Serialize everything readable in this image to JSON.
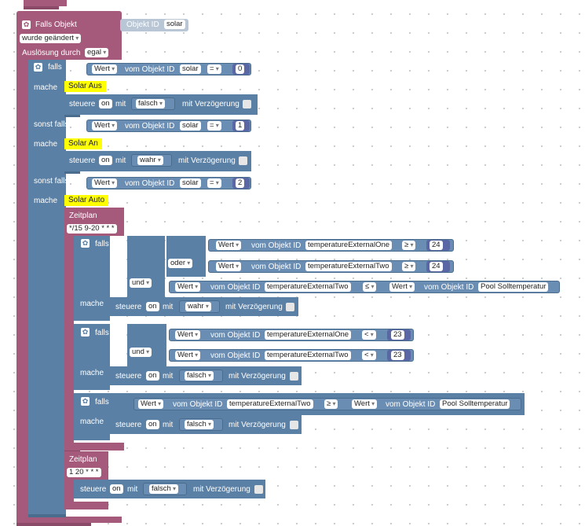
{
  "trigger": {
    "title": "Falls Objekt",
    "object_label": "Objekt ID",
    "object_value": "solar",
    "condition": "wurde geändert",
    "trigger_label": "Auslösung durch",
    "trigger_value": "egal"
  },
  "common": {
    "falls": "falls",
    "mache": "mache",
    "sonst_falls": "sonst falls",
    "wert": "Wert",
    "vom_objekt_id": "vom Objekt ID",
    "steuere": "steuere",
    "on": "on",
    "mit": "mit",
    "mit_verzoegerung": "mit Verzögerung",
    "wahr": "wahr",
    "falsch": "falsch",
    "und": "und",
    "oder": "oder",
    "zeitplan": "Zeitplan",
    "eq": "=",
    "ge": "≥",
    "le": "≤",
    "lt": "<"
  },
  "branches": {
    "b1": {
      "object": "solar",
      "number": "0",
      "comment": "Solar Aus",
      "set_value": "falsch"
    },
    "b2": {
      "object": "solar",
      "number": "1",
      "comment": "Solar An",
      "set_value": "wahr"
    },
    "b3": {
      "object": "solar",
      "number": "2",
      "comment": "Solar Auto"
    }
  },
  "schedule1": {
    "cron": "*/15 9-20 * * *",
    "if1": {
      "obj_a": "temperatureExternalOne",
      "num_a": "24",
      "obj_b": "temperatureExternalTwo",
      "num_b": "24",
      "obj_c": "temperatureExternalTwo",
      "obj_d": "Pool Solltemperatur",
      "set_value": "wahr"
    },
    "if2": {
      "obj_a": "temperatureExternalOne",
      "num_a": "23",
      "obj_b": "temperatureExternalTwo",
      "num_b": "23",
      "set_value": "falsch"
    },
    "if3": {
      "obj_a": "temperatureExternalTwo",
      "obj_b": "Pool Solltemperatur",
      "set_value": "falsch"
    }
  },
  "schedule2": {
    "cron": "1 20 * * *",
    "set_value": "falsch"
  }
}
